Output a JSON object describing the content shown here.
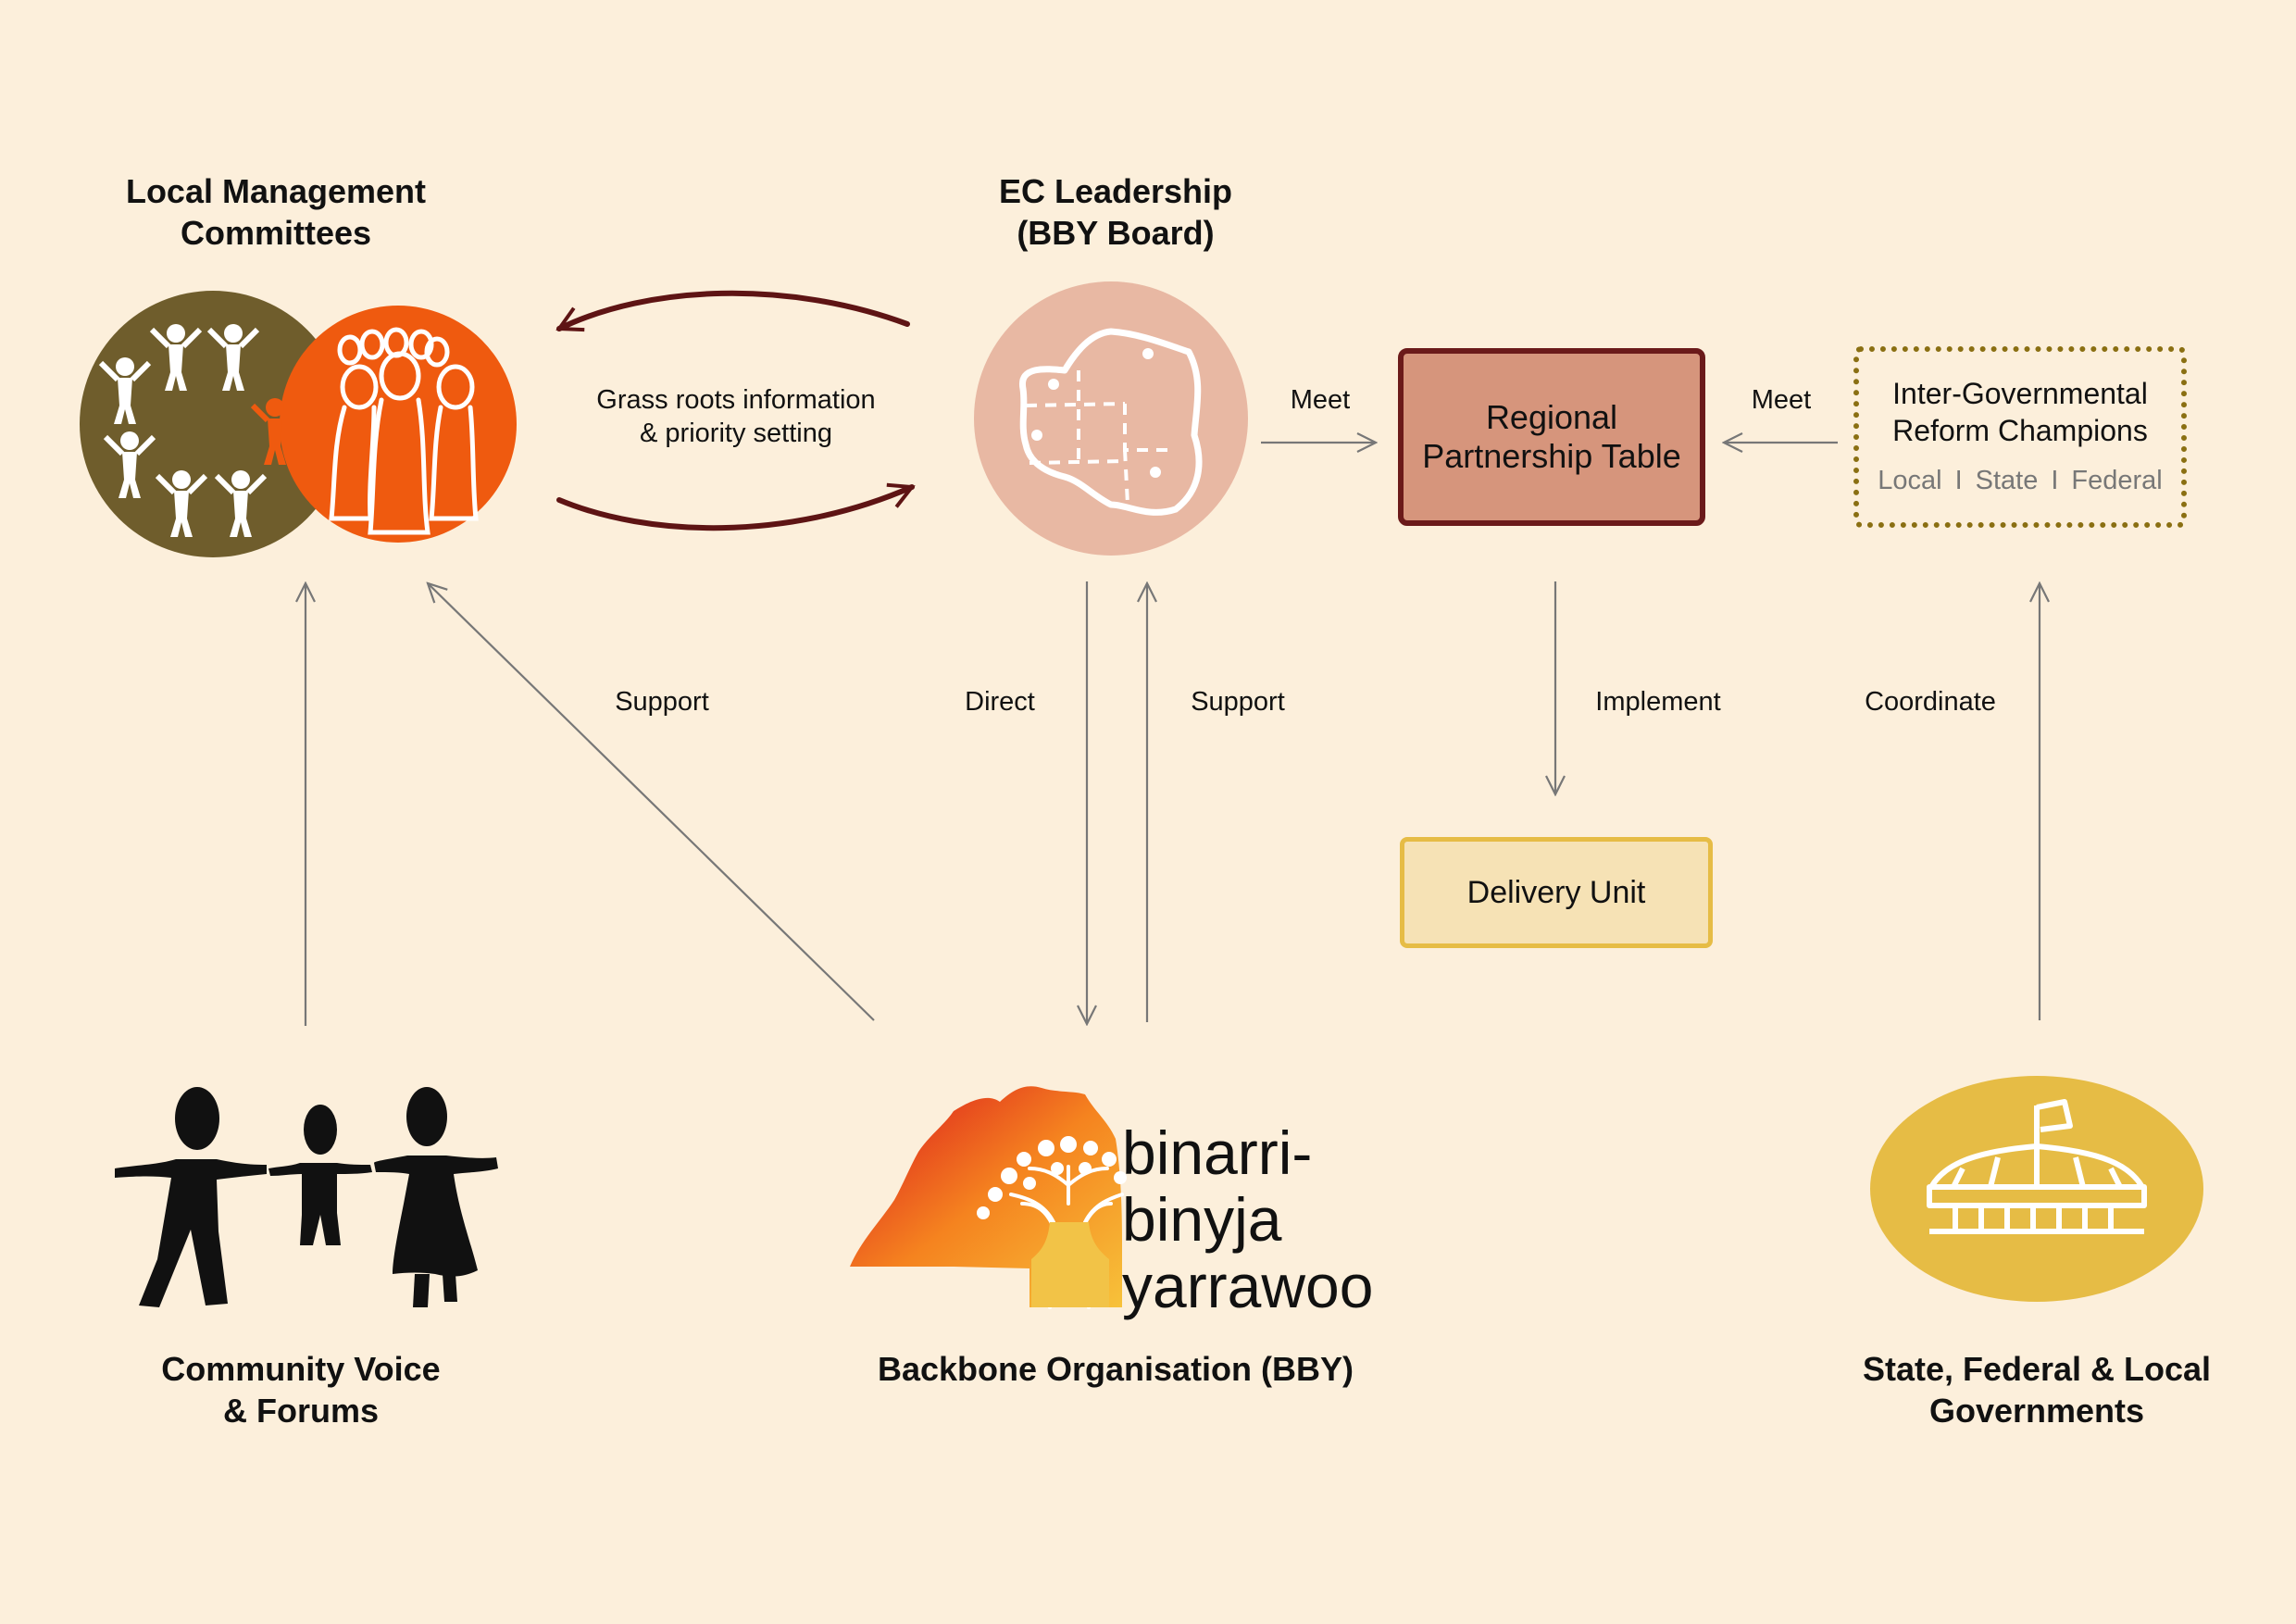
{
  "nodes": {
    "lmc": {
      "title_line1": "Local Management",
      "title_line2": "Committees"
    },
    "ec": {
      "title_line1": "EC Leadership",
      "title_line2": "(BBY Board)"
    },
    "rpt": {
      "line1": "Regional",
      "line2": "Partnership Table"
    },
    "igrc": {
      "line1": "Inter-Governmental",
      "line2": "Reform Champions",
      "levels": [
        "Local",
        "State",
        "Federal"
      ],
      "separator": "I"
    },
    "du": {
      "label": "Delivery Unit"
    },
    "cv": {
      "title_line1": "Community Voice",
      "title_line2": "& Forums"
    },
    "bbo": {
      "title": "Backbone Organisation (BBY)",
      "logo_text": [
        "binarri-",
        "binyja",
        "yarrawoo"
      ]
    },
    "gov": {
      "title_line1": "State, Federal & Local",
      "title_line2": "Governments"
    }
  },
  "edges": {
    "grassroots_line1": "Grass roots information",
    "grassroots_line2": "& priority setting",
    "meet_ec_rpt": "Meet",
    "meet_igrc_rpt": "Meet",
    "support_bbo_lmc": "Support",
    "direct": "Direct",
    "support_bbo_ec": "Support",
    "implement": "Implement",
    "coordinate": "Coordinate"
  },
  "colors": {
    "background": "#fcefdb",
    "olive": "#6f5d2c",
    "orange": "#ef5a0f",
    "pink": "#e8b8a3",
    "rpt_fill": "#d6957c",
    "rpt_border": "#6b1a1a",
    "du_fill": "#f6e2b5",
    "du_border": "#e6bc45",
    "igrc_border": "#8a6f12",
    "gov_fill": "#e6bc45",
    "arrow_gray": "#777777",
    "arrow_maroon": "#5e1414"
  }
}
